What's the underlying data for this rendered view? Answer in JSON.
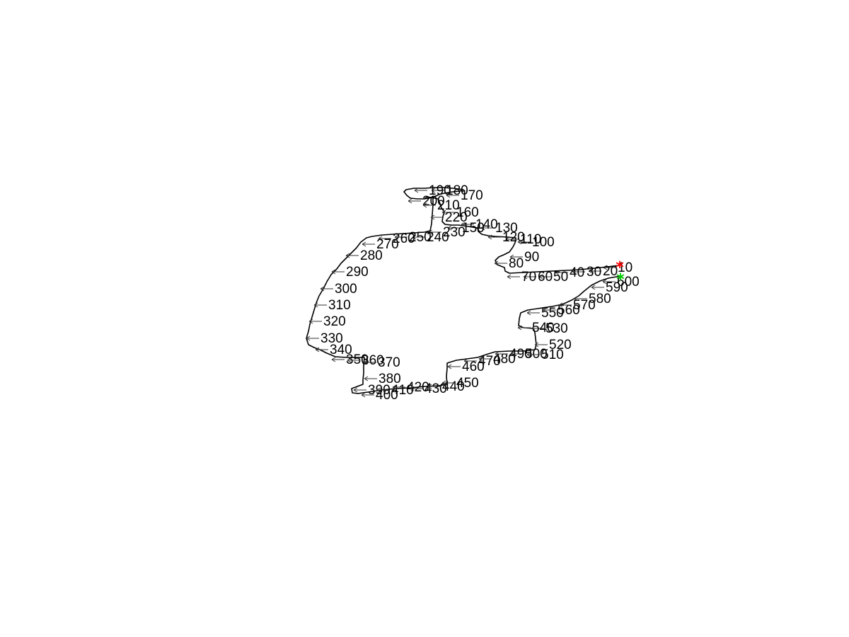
{
  "diagram": {
    "title": "",
    "start_marker": {
      "symbol": "*",
      "color": "#ff0000"
    },
    "end_marker": {
      "symbol": "*",
      "color": "#00cc00"
    },
    "line_color": "#000000",
    "index_labels": [
      "10",
      "20",
      "30",
      "40",
      "50",
      "60",
      "70",
      "80",
      "90",
      "100",
      "110",
      "120",
      "130",
      "140",
      "150",
      "160",
      "170",
      "180",
      "190",
      "200",
      "210",
      "220",
      "230",
      "240",
      "250",
      "260",
      "270",
      "280",
      "290",
      "300",
      "310",
      "320",
      "330",
      "340",
      "350",
      "360",
      "370",
      "380",
      "390",
      "400",
      "410",
      "420",
      "430",
      "440",
      "450",
      "460",
      "470",
      "480",
      "490",
      "500",
      "510",
      "520",
      "530",
      "540",
      "550",
      "560",
      "570",
      "580",
      "590",
      "600"
    ]
  }
}
